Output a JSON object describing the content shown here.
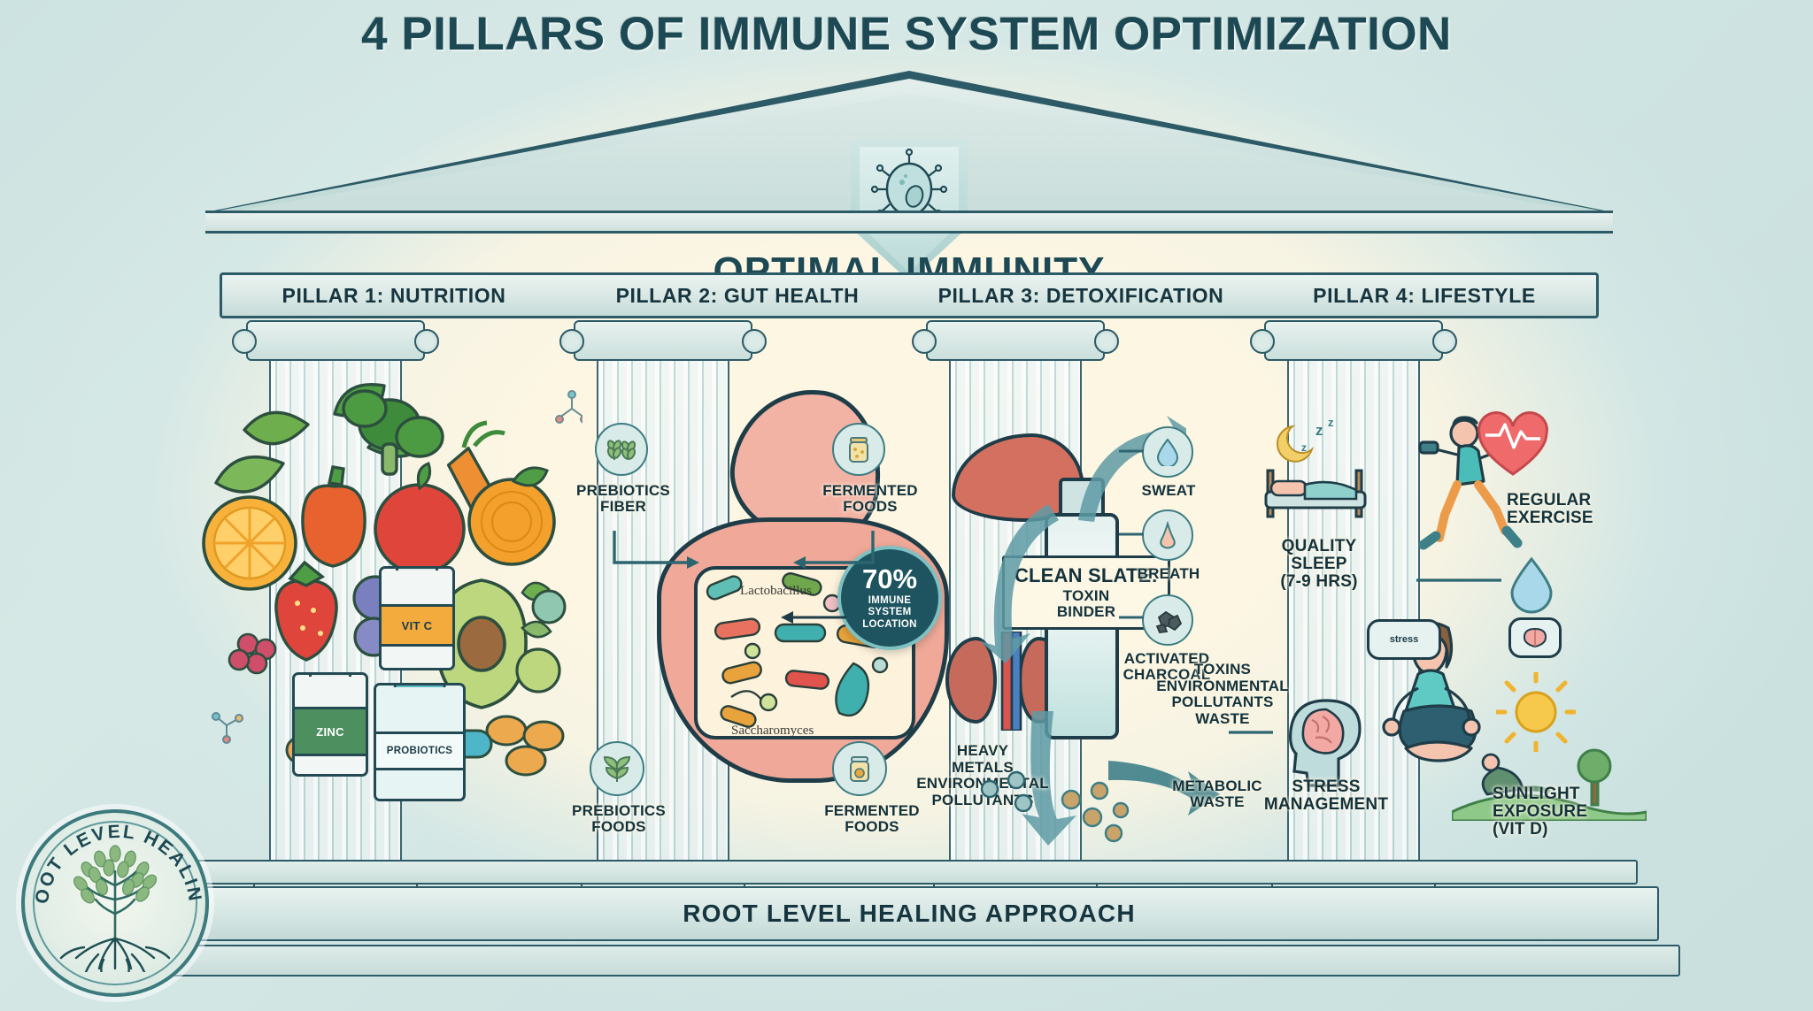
{
  "title": "4 PILLARS OF IMMUNE SYSTEM OPTIMIZATION",
  "pediment": {
    "headline": "OPTIMAL IMMUNITY",
    "shield_icon": "shield-virus-icon"
  },
  "architrave": {
    "captions": [
      "PILLAR 1: NUTRITION",
      "PILLAR 2: GUT HEALTH",
      "PILLAR 3: DETOXIFICATION",
      "PILLAR 4: LIFESTYLE"
    ]
  },
  "pillars": [
    {
      "id": "nutrition",
      "caption": "PILLAR 1: NUTRITION",
      "supplements": [
        {
          "label": "VIT C",
          "icon": "supplement-bottle-icon",
          "color": "#f0a93c"
        },
        {
          "label": "ZINC",
          "icon": "supplement-bottle-icon",
          "color": "#4d8f5e"
        },
        {
          "label": "PROBIOTICS",
          "icon": "supplement-bottle-icon",
          "color": "#5fb9c4"
        }
      ],
      "foods": [
        "spinach-leaf",
        "broccoli",
        "bell-pepper",
        "carrot",
        "tomato",
        "orange-slice",
        "orange",
        "apple",
        "strawberry",
        "blueberries",
        "avocado",
        "kiwi",
        "raspberry",
        "capsule",
        "tablet"
      ]
    },
    {
      "id": "gut-health",
      "caption": "PILLAR 2: GUT HEALTH",
      "top_labels": [
        {
          "text": "PREBIOTICS\nFIBER",
          "icon": "wheat-icon",
          "side": "left"
        },
        {
          "text": "FERMENTED\nFOODS",
          "icon": "jar-icon",
          "side": "right"
        }
      ],
      "bottom_labels": [
        {
          "text": "PREBIOTICS\nFOODS",
          "icon": "leaves-icon",
          "side": "left"
        },
        {
          "text": "FERMENTED\nFOODS",
          "icon": "jar-icon",
          "side": "right"
        }
      ],
      "microbiome_labels": [
        "Lactobacillus",
        "Saccharomyces"
      ],
      "badge": {
        "value": "70%",
        "caption": "IMMUNE\nSYSTEM\nLOCATION",
        "fill": "#1d5460"
      },
      "organs": [
        "stomach",
        "intestine",
        "microbiome"
      ]
    },
    {
      "id": "detoxification",
      "caption": "PILLAR 3: DETOXIFICATION",
      "product": {
        "name": "CLEAN SLATE:",
        "subtitle": "TOXIN\nBINDER",
        "icon": "dropper-bottle-icon"
      },
      "route_labels": [
        {
          "text": "SWEAT",
          "icon": "sweat-drop-icon"
        },
        {
          "text": "BREATH",
          "icon": "nose-icon"
        },
        {
          "text": "ACTIVATED\nCHARCOAL",
          "icon": "charcoal-icon"
        }
      ],
      "input_label": "HEAVY\nMETALS\nENVIRONMENTAL\nPOLLUTANTS",
      "toxin_label": "TOXINS\nENVIRONMENTAL\nPOLLUTANTS\nWASTE",
      "output_label": "METABOLIC\nWASTE",
      "organs": [
        "liver",
        "kidneys"
      ]
    },
    {
      "id": "lifestyle",
      "caption": "PILLAR 4: LIFESTYLE",
      "items": [
        {
          "text": "QUALITY\nSLEEP\n(7-9 HRS)",
          "icon": "moon-bed-icon"
        },
        {
          "text": "REGULAR\nEXERCISE",
          "icon": "heart-pulse-icon"
        },
        {
          "text": "STRESS\nMANAGEMENT",
          "icon": "brain-head-icon"
        },
        {
          "text": "SUNLIGHT\nEXPOSURE\n(VIT D)",
          "icon": "sun-icon"
        }
      ],
      "thought_bubbles": [
        "stress",
        "brain-icon"
      ],
      "water_icon": "water-drop-icon"
    }
  ],
  "base": {
    "text": "ROOT LEVEL HEALING APPROACH"
  },
  "logo": {
    "text": "ROOT LEVEL HEALING",
    "icon": "tree-roots-icon"
  },
  "colors": {
    "ink": "#16353f",
    "teal": "#2c5a66",
    "stone": "#cfe2e0",
    "cream": "#fdf6e3",
    "badge": "#1d5460"
  }
}
